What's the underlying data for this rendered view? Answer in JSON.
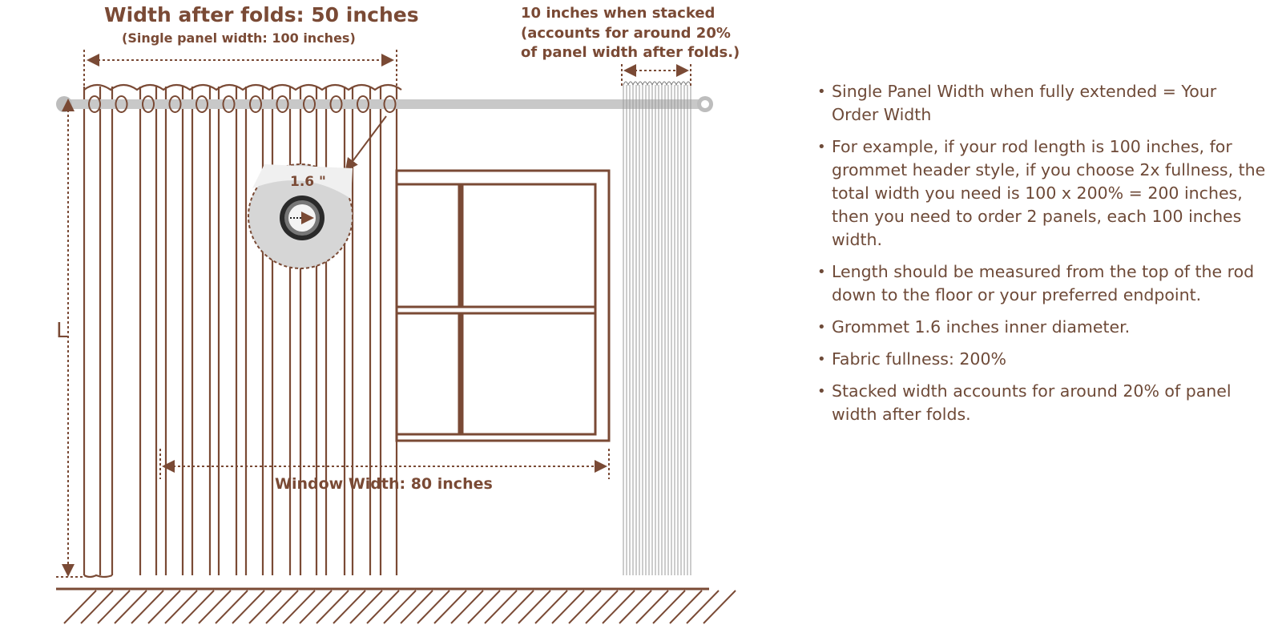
{
  "labels": {
    "width_after_folds": "Width after folds: 50 inches",
    "single_panel_width": "(Single panel width: 100 inches)",
    "stacked_line1": "10 inches when stacked",
    "stacked_line2": "(accounts for around 20%",
    "stacked_line3": "of panel width after folds.)",
    "grommet_size": "1.6 \"",
    "length_marker": "L",
    "window_width": "Window Width: 80 inches"
  },
  "notes": [
    "Single Panel Width when fully extended = Your Order Width",
    "For example, if your rod length is 100 inches, for grommet header style, if you choose 2x fullness, the total width you need is 100 x 200% = 200 inches, then you need to order 2 panels, each 100 inches width.",
    "Length should be measured from the top of the rod down to the floor or your preferred endpoint.",
    "Grommet 1.6 inches inner diameter.",
    "Fabric fullness: 200%",
    "Stacked width accounts for around 20% of panel width after folds."
  ],
  "colors": {
    "accent": "#7a4a35",
    "rod": "#bdbdbd"
  }
}
